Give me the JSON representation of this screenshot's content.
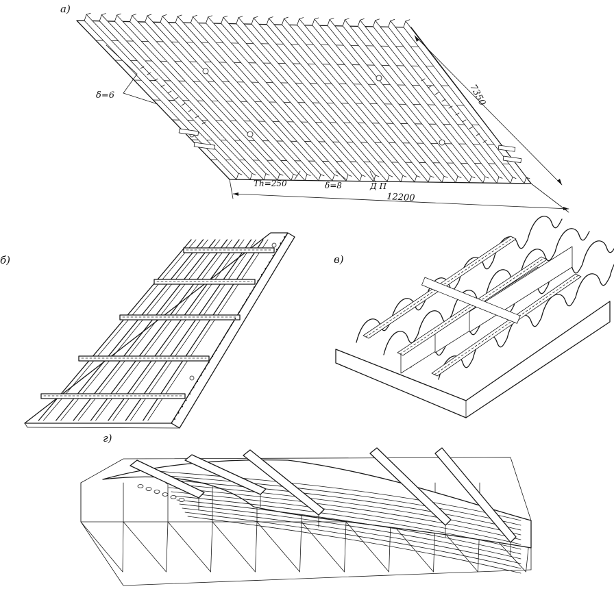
{
  "figure_labels": {
    "a": "а)",
    "b": "б)",
    "v": "в)",
    "g": "г)"
  },
  "annotations": {
    "thickness_side": "δ=6",
    "thickness_bottom": "δ=8",
    "frame_height": "Тh=250",
    "plate_mark": "Д П",
    "width_dim": "7350",
    "length_dim": "12200"
  }
}
